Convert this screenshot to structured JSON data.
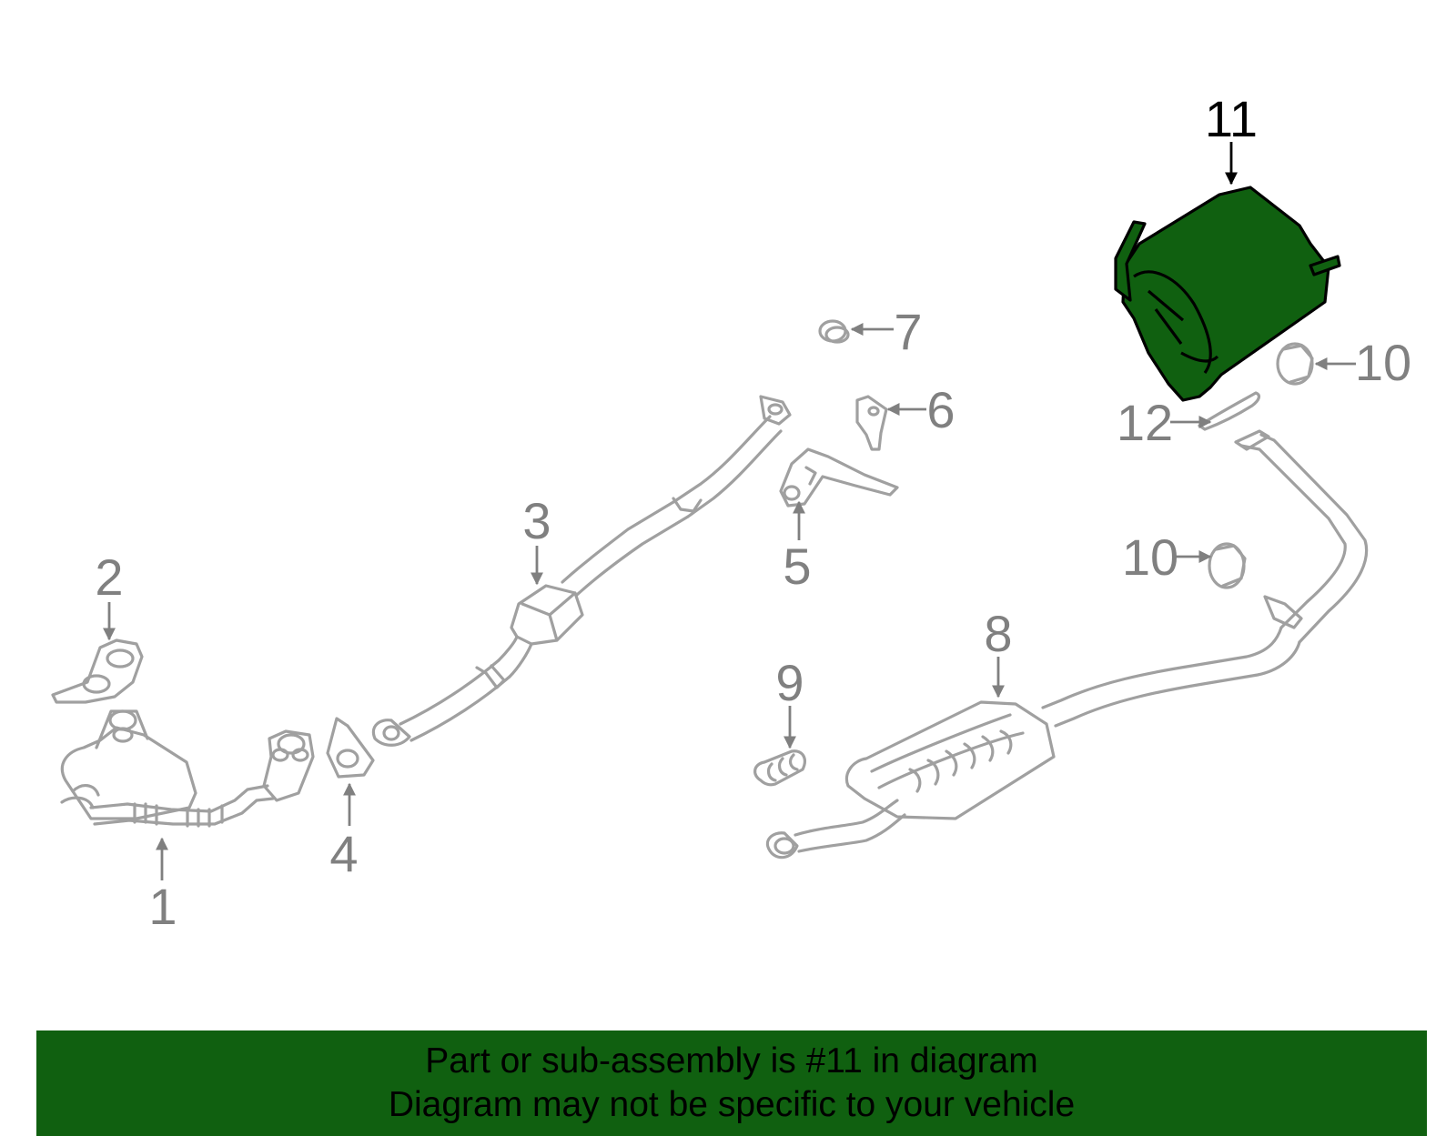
{
  "colors": {
    "part_line": "#a0a0a0",
    "highlight_fill": "#106010",
    "highlight_stroke": "#000000",
    "label": "#808080",
    "highlight_label": "#000000",
    "banner": "#106010"
  },
  "callouts": [
    {
      "id": "1",
      "text": "1"
    },
    {
      "id": "2",
      "text": "2"
    },
    {
      "id": "3",
      "text": "3"
    },
    {
      "id": "4",
      "text": "4"
    },
    {
      "id": "5",
      "text": "5"
    },
    {
      "id": "6",
      "text": "6"
    },
    {
      "id": "7",
      "text": "7"
    },
    {
      "id": "8",
      "text": "8"
    },
    {
      "id": "9",
      "text": "9"
    },
    {
      "id": "10a",
      "text": "10"
    },
    {
      "id": "10b",
      "text": "10"
    },
    {
      "id": "11",
      "text": "11",
      "highlighted": true
    },
    {
      "id": "12",
      "text": "12"
    }
  ],
  "banner": {
    "line1": "Part or sub-assembly is #11 in diagram",
    "line2": "Diagram may not be specific to your vehicle"
  }
}
